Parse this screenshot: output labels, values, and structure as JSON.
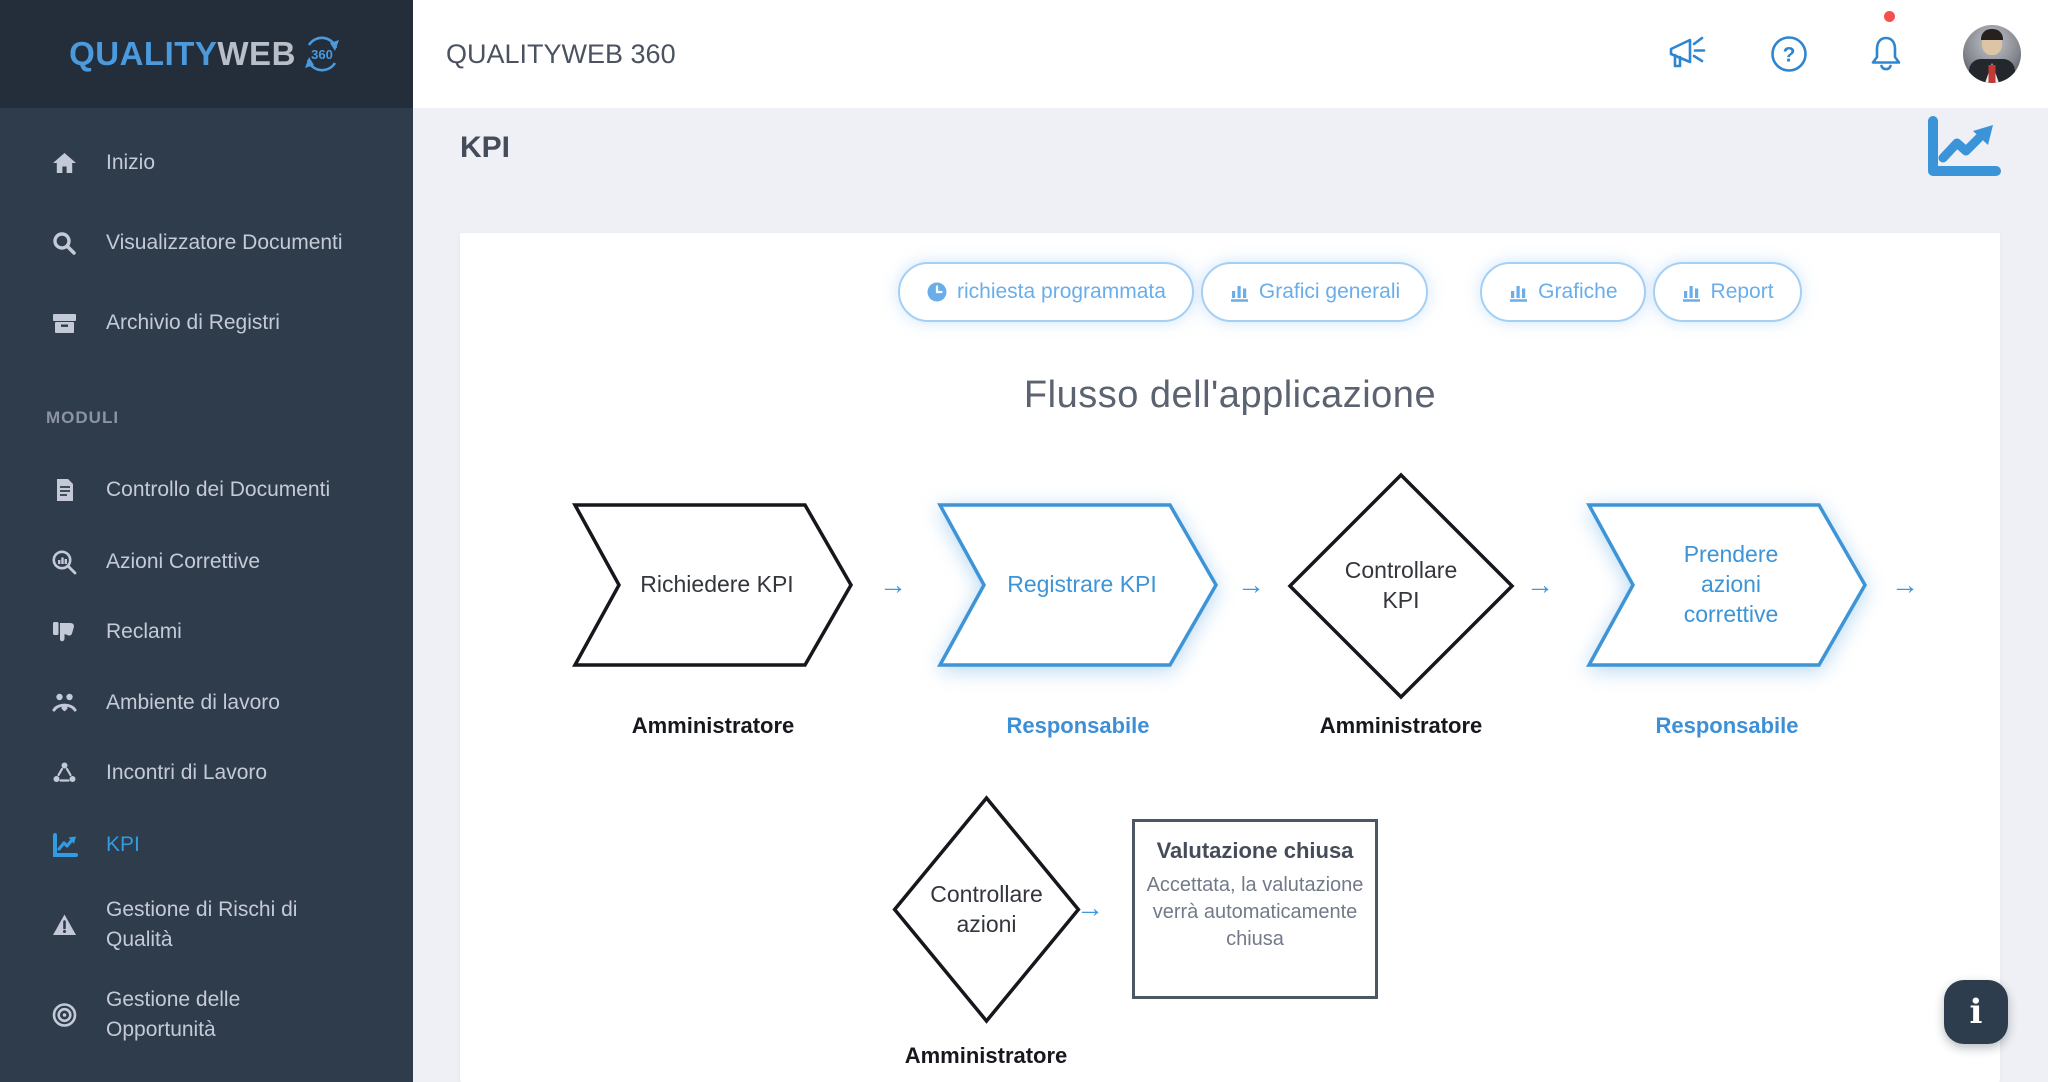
{
  "brand": {
    "logo_quality": "QUALITY",
    "logo_web": "WEB",
    "logo_360": "360"
  },
  "header": {
    "title": "QUALITYWEB 360",
    "help_glyph": "?",
    "icons": [
      {
        "name": "megaphone-icon"
      },
      {
        "name": "help-icon"
      },
      {
        "name": "bell-icon",
        "has_notification_dot": true
      },
      {
        "name": "avatar"
      }
    ]
  },
  "sidebar": {
    "main_items": [
      {
        "label": "Inizio",
        "icon": "home-icon"
      },
      {
        "label": "Visualizzatore Documenti",
        "icon": "search-icon"
      },
      {
        "label": "Archivio di Registri",
        "icon": "archive-icon"
      }
    ],
    "section_label": "MODULI",
    "module_items": [
      {
        "label": "Controllo dei Documenti",
        "icon": "document-icon"
      },
      {
        "label": "Azioni Correttive",
        "icon": "magnifier-chart-icon"
      },
      {
        "label": "Reclami",
        "icon": "thumbs-down-icon"
      },
      {
        "label": "Ambiente di lavoro",
        "icon": "handshake-icon"
      },
      {
        "label": "Incontri di Lavoro",
        "icon": "meeting-icon"
      },
      {
        "label": "KPI",
        "icon": "kpi-chart-icon",
        "active": true
      },
      {
        "label": "Gestione di Rischi di Qualità",
        "icon": "warning-icon"
      },
      {
        "label": "Gestione delle Opportunità",
        "icon": "target-icon"
      }
    ]
  },
  "page": {
    "title": "KPI"
  },
  "toolbar": {
    "buttons": [
      {
        "label": "richiesta programmata",
        "icon": "clock-icon"
      },
      {
        "label": "Grafici generali",
        "icon": "bar-chart-icon"
      },
      {
        "label": "Grafiche",
        "icon": "bar-chart-icon"
      },
      {
        "label": "Report",
        "icon": "bar-chart-icon"
      }
    ]
  },
  "flow": {
    "title": "Flusso dell'applicazione",
    "steps": [
      {
        "label": "Richiedere KPI",
        "role": "Amministratore",
        "shape": "chevron",
        "color": "black"
      },
      {
        "label": "Registrare KPI",
        "role": "Responsabile",
        "shape": "chevron",
        "color": "blue"
      },
      {
        "label": "Controllare KPI",
        "role": "Amministratore",
        "shape": "diamond",
        "color": "black"
      },
      {
        "label": "Prendere azioni correttive",
        "role": "Responsabile",
        "shape": "chevron",
        "color": "blue"
      },
      {
        "label": "Controllare azioni",
        "role": "Amministratore",
        "shape": "diamond",
        "color": "black"
      }
    ],
    "end_box": {
      "title": "Valutazione chiusa",
      "body": "Accettata, la valutazione verrà automaticamente chiusa"
    }
  },
  "info_button": {
    "glyph": "i"
  },
  "colors": {
    "sidebar_bg": "#2e3c4b",
    "logo_block_bg": "#232e3a",
    "accent_blue": "#3d94d6",
    "active_item_blue": "#2f9ce3",
    "pill_border": "#a5d0f6",
    "notification_red": "#f4504e",
    "content_bg": "#eef0f5",
    "shape_black": "#15171c",
    "box_border": "#4d5663"
  }
}
